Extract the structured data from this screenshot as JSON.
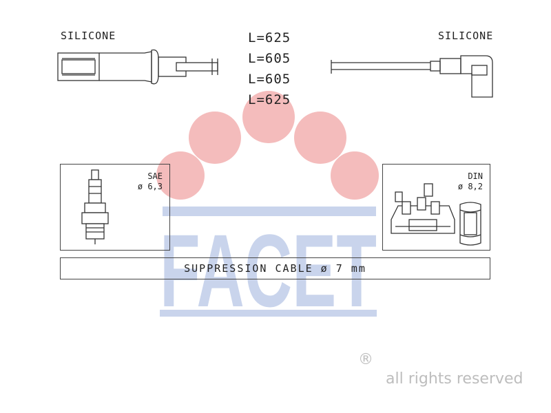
{
  "top_left_label": "SILICONE",
  "top_right_label": "SILICONE",
  "lengths": [
    "L=625",
    "L=605",
    "L=605",
    "L=625"
  ],
  "left_box": {
    "line1": "SAE",
    "line2": "ø 6,3"
  },
  "right_box": {
    "line1": "DIN",
    "line2": "ø 8,2"
  },
  "cable_label": "SUPPRESSION CABLE  ø  7 mm",
  "watermark": {
    "brand": "FACET",
    "circle_color": "#f4b9b9",
    "letter_color": "#c9d4ec"
  },
  "copyright_symbol": "®",
  "rights_text": "all rights reserved"
}
